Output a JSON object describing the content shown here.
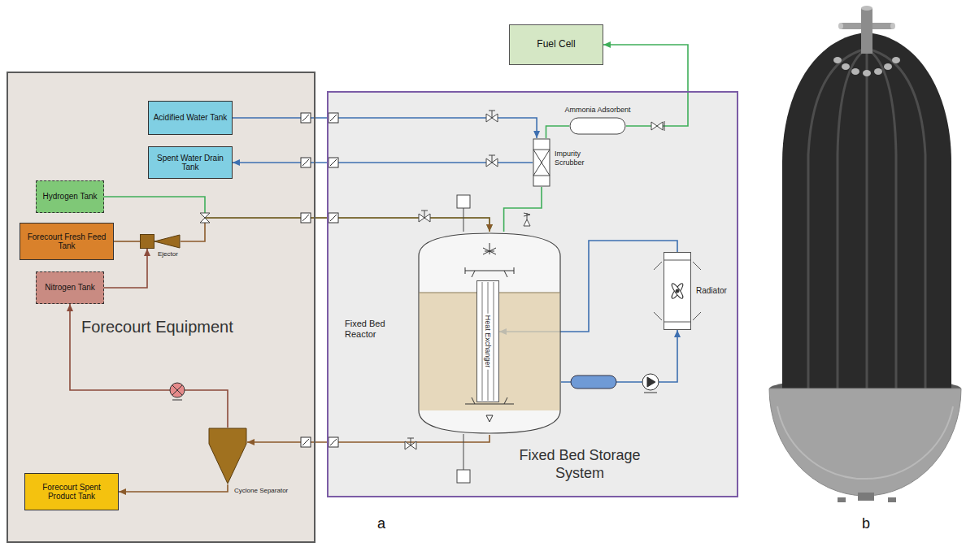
{
  "diagram": {
    "nodes": [
      {
        "text": [
          "Forecourt Equipment"
        ]
      },
      {
        "text": [
          "Acidified Water Tank"
        ],
        "in": 0
      },
      {
        "text": [
          "Spent Water Drain Tank"
        ],
        "in": 0
      },
      {
        "text": [
          "Hydrogen Tank"
        ],
        "in": 0
      },
      {
        "text": [
          "Forecourt Fresh Feed Tank"
        ],
        "in": 0
      },
      {
        "text": [
          "Ejector"
        ],
        "in": 0
      },
      {
        "text": [
          "Nitrogen Tank"
        ],
        "in": 0
      },
      {
        "text": [
          "Cyclone Separator"
        ],
        "in": 0
      },
      {
        "text": [
          "Forecourt Spent Product Tank"
        ],
        "in": 0
      },
      {
        "text": [
          "Fuel Cell"
        ]
      },
      {
        "text": [
          "Fixed Bed Storage System"
        ]
      },
      {
        "text": [
          "Ammonia Adsorbent"
        ],
        "in": 10
      },
      {
        "text": [
          "Impurity Scrubber"
        ],
        "in": 10
      },
      {
        "text": [
          "Fixed Bed Reactor"
        ],
        "in": 10
      },
      {
        "text": [
          "Heat Exchanger"
        ],
        "in": 13
      },
      {
        "text": [
          "Radiator"
        ],
        "in": 10
      }
    ],
    "edges": [
      {
        "from": 1,
        "to": 12,
        "arrow": "to"
      },
      {
        "from": 12,
        "to": 2,
        "arrow": "to"
      },
      {
        "from": 3,
        "to": 13,
        "arrow": "to"
      },
      {
        "from": 5,
        "to": 13,
        "arrow": "to"
      },
      {
        "from": 4,
        "to": 5,
        "arrow": "none"
      },
      {
        "from": 6,
        "to": 5,
        "arrow": "to"
      },
      {
        "from": 13,
        "to": 7,
        "arrow": "to"
      },
      {
        "from": 7,
        "to": 6,
        "arrow": "to"
      },
      {
        "from": 7,
        "to": 8,
        "arrow": "to"
      },
      {
        "from": 12,
        "to": 11,
        "arrow": "none"
      },
      {
        "from": 11,
        "to": 9,
        "arrow": "to"
      },
      {
        "from": 13,
        "to": 15,
        "arrow": "to"
      },
      {
        "from": 15,
        "to": 14,
        "arrow": "to"
      },
      {
        "from": 13,
        "to": 12,
        "arrow": "none"
      }
    ],
    "labels": [
      "a",
      "b"
    ]
  }
}
